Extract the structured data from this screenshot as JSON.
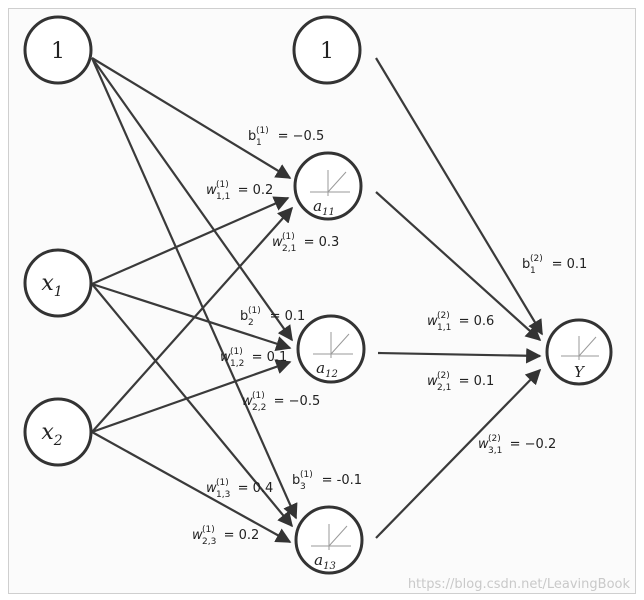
{
  "nodes": {
    "bias_in": "1",
    "x1": "x",
    "x1_sub": "1",
    "x2": "x",
    "x2_sub": "2",
    "bias_hidden": "1",
    "a11": "a",
    "a11_sub": "11",
    "a12": "a",
    "a12_sub": "12",
    "a13": "a",
    "a13_sub": "13",
    "y": "Y"
  },
  "labels": {
    "b1_1": {
      "base": "b",
      "sub": "1",
      "sup": "(1)",
      "value": " = −0.5"
    },
    "w11_1": {
      "base": "w",
      "sub": "1,1",
      "sup": "(1)",
      "value": " = 0.2"
    },
    "w21_1": {
      "base": "w",
      "sub": "2,1",
      "sup": "(1)",
      "value": " = 0.3"
    },
    "b2_1": {
      "base": "b",
      "sub": "2",
      "sup": "(1)",
      "value": " = 0.1"
    },
    "w12_1": {
      "base": "w",
      "sub": "1,2",
      "sup": "(1)",
      "value": " = 0.1"
    },
    "w22_1": {
      "base": "w",
      "sub": "2,2",
      "sup": "(1)",
      "value": " = −0.5"
    },
    "b3_1": {
      "base": "b",
      "sub": "3",
      "sup": "(1)",
      "value": " = -0.1"
    },
    "w13_1": {
      "base": "w",
      "sub": "1,3",
      "sup": "(1)",
      "value": " = 0.4"
    },
    "w23_1": {
      "base": "w",
      "sub": "2,3",
      "sup": "(1)",
      "value": " = 0.2"
    },
    "b1_2": {
      "base": "b",
      "sub": "1",
      "sup": "(2)",
      "value": " = 0.1"
    },
    "w11_2": {
      "base": "w",
      "sub": "1,1",
      "sup": "(2)",
      "value": " = 0.6"
    },
    "w21_2": {
      "base": "w",
      "sub": "2,1",
      "sup": "(2)",
      "value": " = 0.1"
    },
    "w31_2": {
      "base": "w",
      "sub": "3,1",
      "sup": "(2)",
      "value": " = −0.2"
    }
  },
  "watermark": "https://blog.csdn.net/LeavingBook"
}
